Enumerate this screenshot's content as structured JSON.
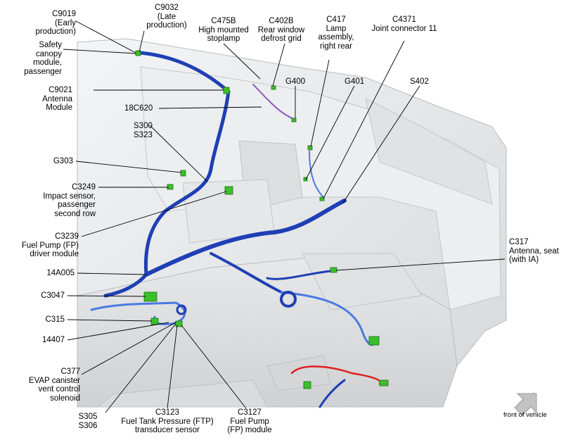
{
  "callouts": [
    {
      "id": "c9019",
      "text": "C9019\n(Early\nproduction)"
    },
    {
      "id": "c9032",
      "text": "C9032\n(Late\nproduction)"
    },
    {
      "id": "c475b",
      "text": "C475B\nHigh mounted\nstoplamp"
    },
    {
      "id": "c402b",
      "text": "C402B\nRear window\ndefrost grid"
    },
    {
      "id": "c417",
      "text": "C417\nLamp\nassembly,\nright rear"
    },
    {
      "id": "c4371",
      "text": "C4371\nJoint connector 11"
    },
    {
      "id": "scm",
      "text": "Safety\ncanopy\nmodule,\npassenger"
    },
    {
      "id": "c9021",
      "text": "C9021\nAntenna\nModule"
    },
    {
      "id": "g400",
      "text": "G400"
    },
    {
      "id": "g401",
      "text": "G401"
    },
    {
      "id": "s402",
      "text": "S402"
    },
    {
      "id": "18c620",
      "text": "18C620"
    },
    {
      "id": "s300",
      "text": "S300\nS323"
    },
    {
      "id": "g303",
      "text": "G303"
    },
    {
      "id": "c3249",
      "text": "C3249\nImpact sensor,\npassenger\nsecond row"
    },
    {
      "id": "c3239",
      "text": "C3239\nFuel Pump (FP)\ndriver module"
    },
    {
      "id": "c317",
      "text": "C317\nAntenna, seat\n(with IA)"
    },
    {
      "id": "14a005",
      "text": "14A005"
    },
    {
      "id": "c3047",
      "text": "C3047"
    },
    {
      "id": "c315",
      "text": "C315"
    },
    {
      "id": "14407",
      "text": "14407"
    },
    {
      "id": "c377",
      "text": "C377\nEVAP canister\nvent control\nsolenoid"
    },
    {
      "id": "s305",
      "text": "S305\nS306"
    },
    {
      "id": "c3123",
      "text": "C3123\nFuel Tank Pressure (FTP)\ntransducer sensor"
    },
    {
      "id": "c3127",
      "text": "C3127\nFuel Pump\n(FP) module"
    }
  ],
  "orientation": {
    "label": "front of vehicle",
    "icon": "arrow-icon"
  },
  "colors": {
    "harness": "#1f3fb5",
    "harness_light": "#4a7ae0",
    "connector": "#3bbf2a",
    "purple_wire": "#8a5cc0",
    "red_wire": "#e02020",
    "body": "#e4e6e8"
  }
}
